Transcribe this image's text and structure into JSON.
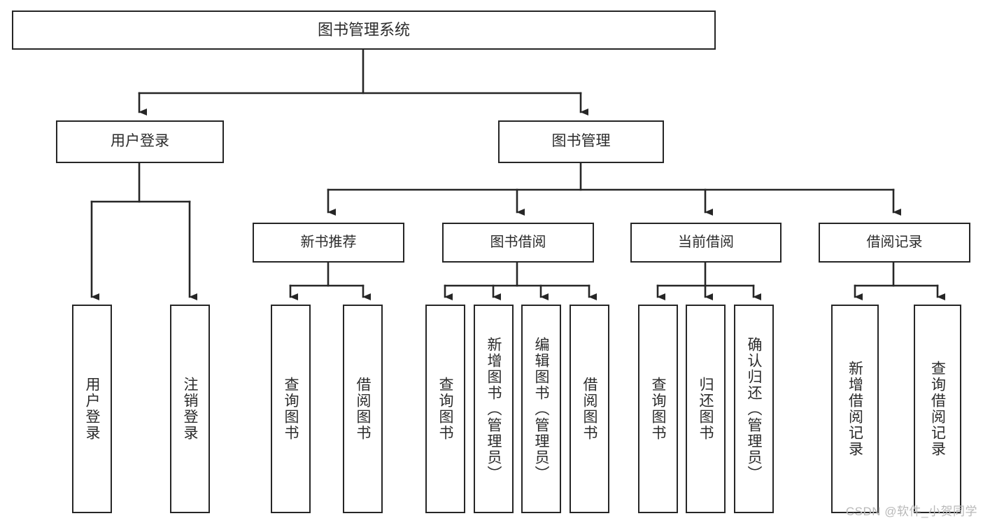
{
  "diagram": {
    "title_text": "图书管理系统",
    "type": "tree",
    "watermark": "CSDN @软件_小贺同学",
    "colors": {
      "background": "#ffffff",
      "box_border": "#262626",
      "box_fill": "#ffffff",
      "text": "#2b2b2b",
      "connector": "#262626",
      "watermark": "#b9b9b9"
    },
    "root": {
      "id": "root",
      "label": "图书管理系统"
    },
    "level2": [
      {
        "id": "user-login",
        "label": "用户登录"
      },
      {
        "id": "book-management",
        "label": "图书管理"
      }
    ],
    "level3": [
      {
        "id": "new-book-recommend",
        "label": "新书推荐",
        "parent": "book-management"
      },
      {
        "id": "book-borrow",
        "label": "图书借阅",
        "parent": "book-management"
      },
      {
        "id": "current-borrow",
        "label": "当前借阅",
        "parent": "book-management"
      },
      {
        "id": "borrow-record",
        "label": "借阅记录",
        "parent": "book-management"
      }
    ],
    "leaves": [
      {
        "id": "leaf-user-login",
        "label": "用户登录",
        "parent": "user-login"
      },
      {
        "id": "leaf-logout-login",
        "label": "注销登录",
        "parent": "user-login"
      },
      {
        "id": "leaf-query-book-1",
        "label": "查询图书",
        "parent": "new-book-recommend"
      },
      {
        "id": "leaf-borrow-book-1",
        "label": "借阅图书",
        "parent": "new-book-recommend"
      },
      {
        "id": "leaf-query-book-2",
        "label": "查询图书",
        "parent": "book-borrow"
      },
      {
        "id": "leaf-add-book",
        "label": "新增图书（管理员）",
        "parent": "book-borrow"
      },
      {
        "id": "leaf-edit-book",
        "label": "编辑图书（管理员）",
        "parent": "book-borrow"
      },
      {
        "id": "leaf-borrow-book-2",
        "label": "借阅图书",
        "parent": "book-borrow"
      },
      {
        "id": "leaf-query-book-3",
        "label": "查询图书",
        "parent": "current-borrow"
      },
      {
        "id": "leaf-return-book",
        "label": "归还图书",
        "parent": "current-borrow"
      },
      {
        "id": "leaf-confirm-return",
        "label": "确认归还（管理员）",
        "parent": "current-borrow"
      },
      {
        "id": "leaf-add-borrow-record",
        "label": "新增借阅记录",
        "parent": "borrow-record"
      },
      {
        "id": "leaf-query-borrow-record",
        "label": "查询借阅记录",
        "parent": "borrow-record"
      }
    ]
  }
}
